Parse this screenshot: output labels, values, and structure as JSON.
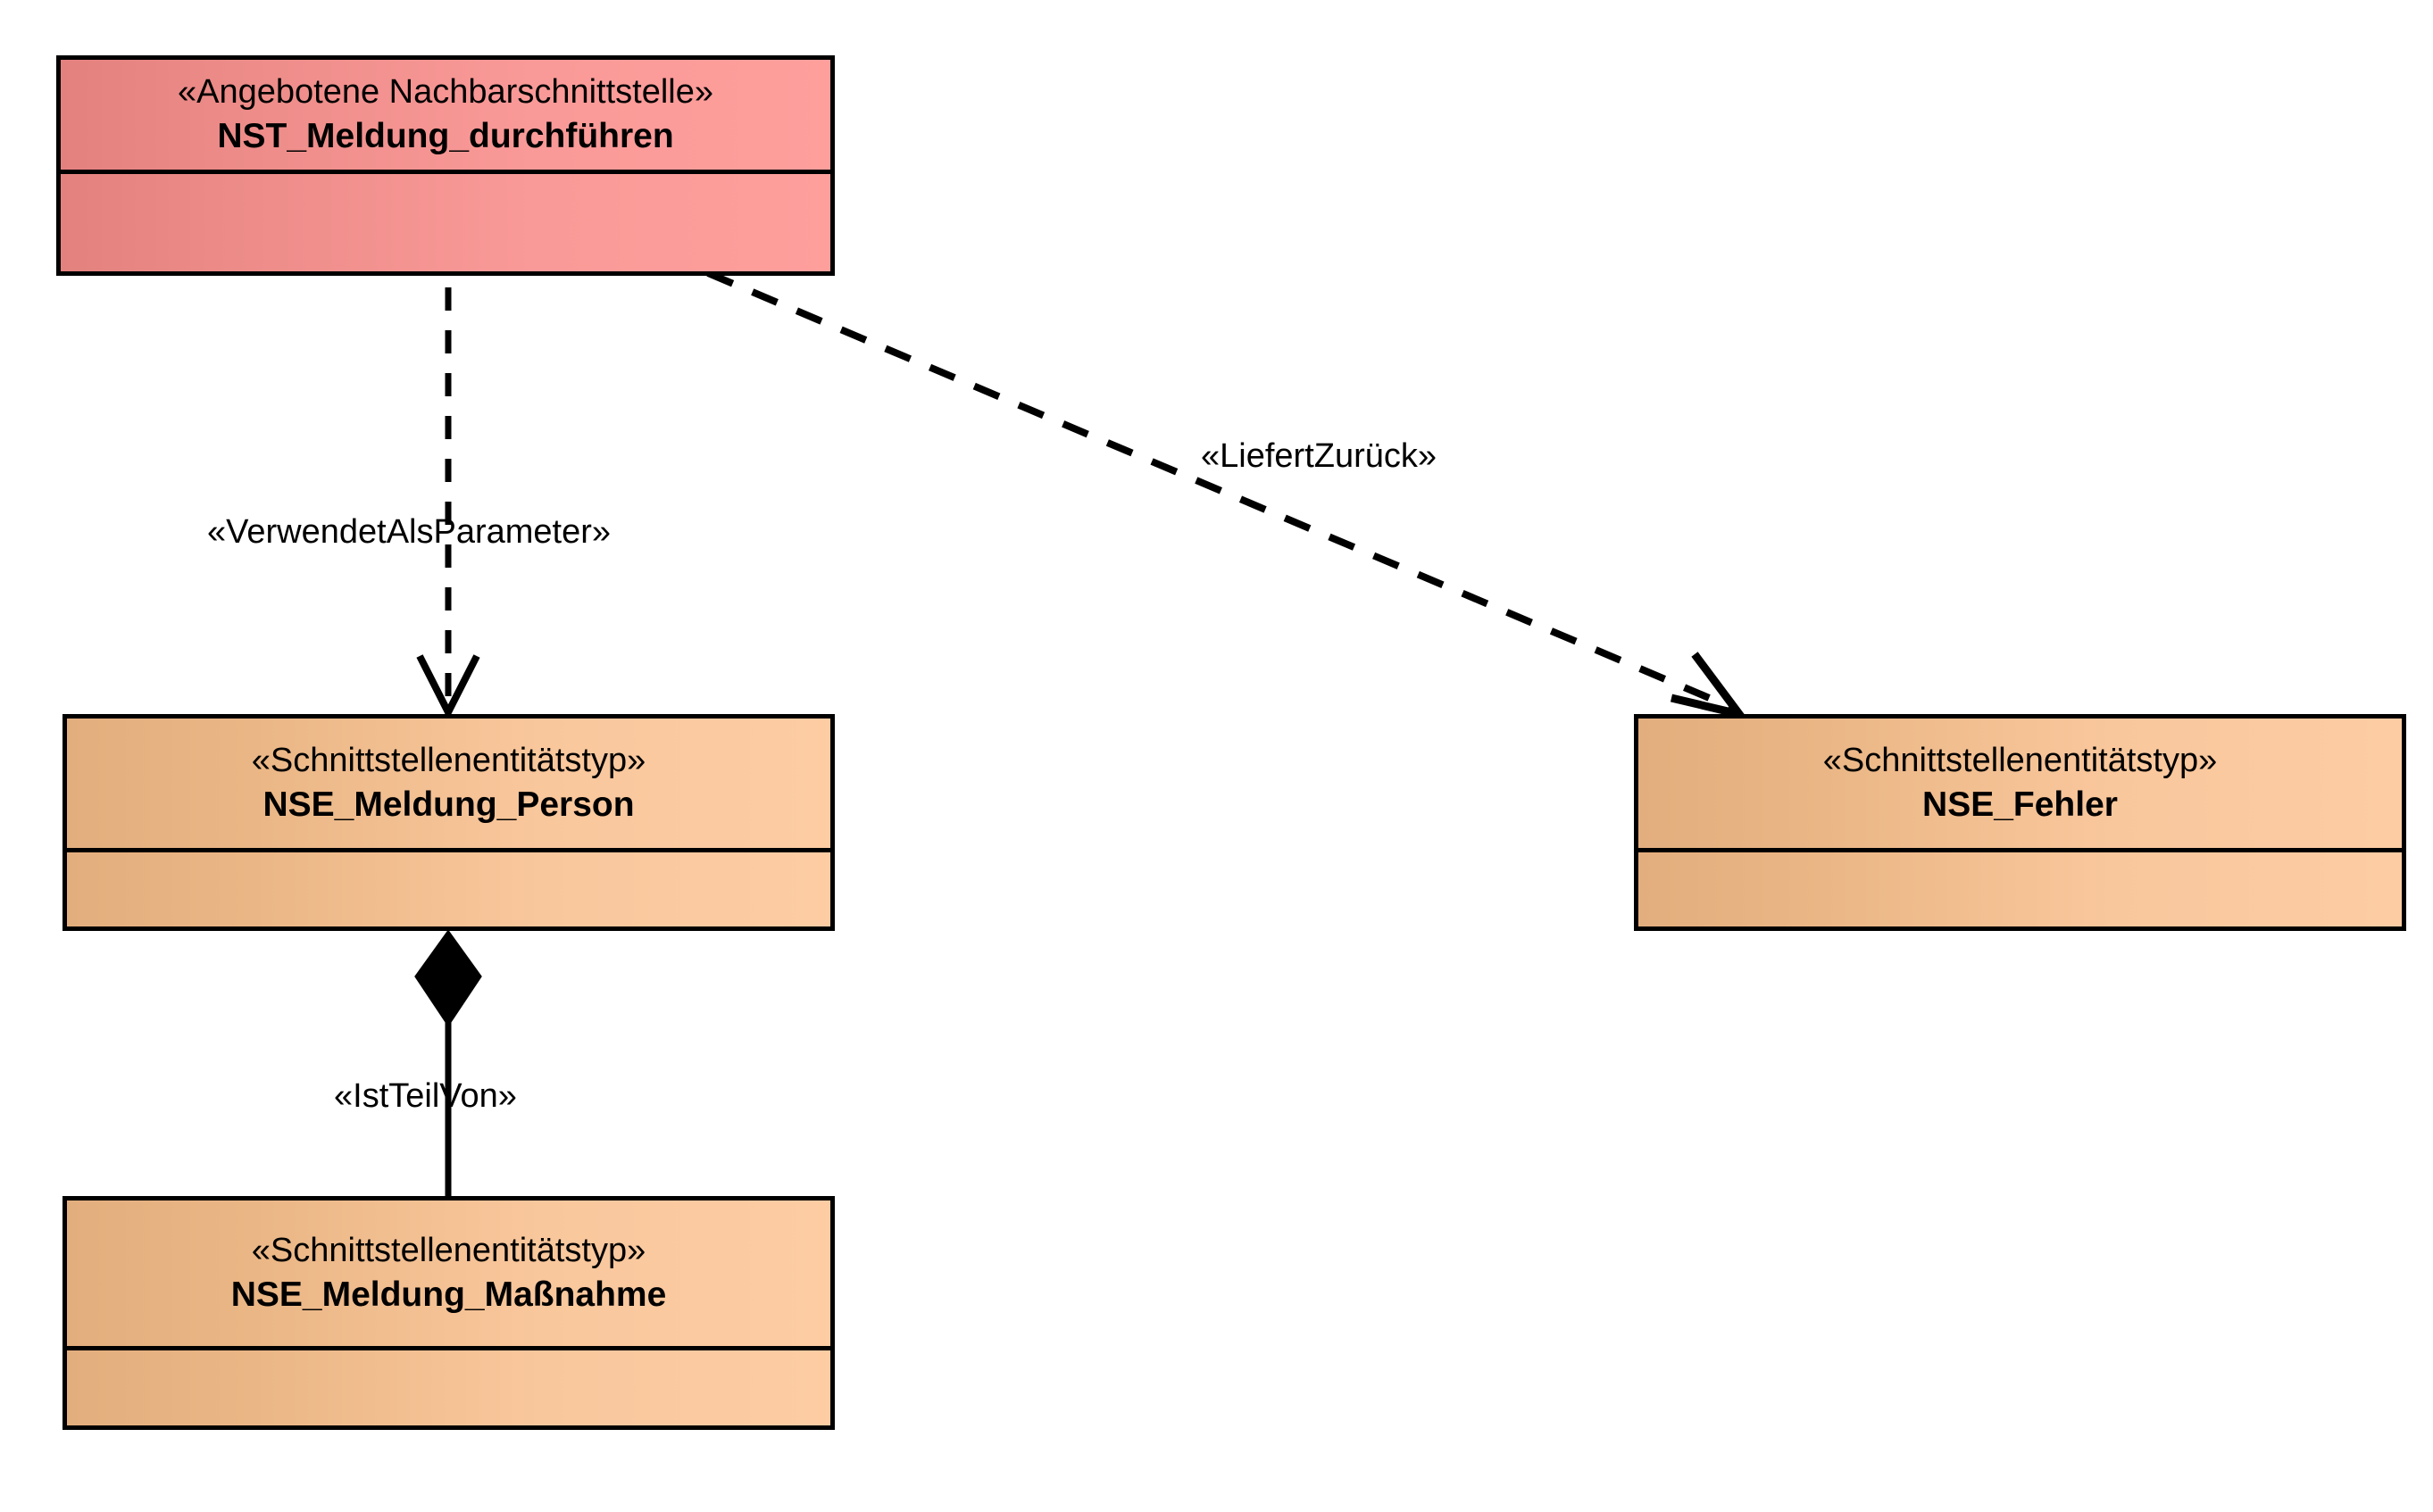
{
  "diagram": {
    "kind": "uml-class-diagram",
    "title": "NST_Meldung_durchführen interface structure",
    "background_color": "#ffffff",
    "colors": {
      "interface_fill_dark": "#e3817f",
      "interface_fill_light": "#ff9f9c",
      "entity_fill_dark": "#e3ae7d",
      "entity_fill_light": "#fdcca3",
      "border": "#000000",
      "shadow": "#bfbfbf"
    }
  },
  "nodes": [
    {
      "id": "nst-meldung-durchfuehren",
      "stereotype": "«Angebotene Nachbarschnittstelle»",
      "name": "NST_Meldung_durchführen",
      "fill": "pink"
    },
    {
      "id": "nse-meldung-person",
      "stereotype": "«Schnittstellenentitätstyp»",
      "name": "NSE_Meldung_Person",
      "fill": "orange"
    },
    {
      "id": "nse-fehler",
      "stereotype": "«Schnittstellenentitätstyp»",
      "name": "NSE_Fehler",
      "fill": "orange"
    },
    {
      "id": "nse-meldung-massnahme",
      "stereotype": "«Schnittstellenentitätstyp»",
      "name": "NSE_Meldung_Maßnahme",
      "fill": "orange"
    }
  ],
  "edges": [
    {
      "id": "verwendet-als-parameter",
      "label": "«VerwendetAlsParameter»",
      "from": "nst-meldung-durchfuehren",
      "to": "nse-meldung-person",
      "style": "dashed",
      "arrowhead": "open-arrow"
    },
    {
      "id": "liefert-zurueck",
      "label": "«LiefertZurück»",
      "from": "nst-meldung-durchfuehren",
      "to": "nse-fehler",
      "style": "dashed",
      "arrowhead": "open-arrow"
    },
    {
      "id": "ist-teil-von",
      "label": "«IstTeilVon»",
      "from": "nse-meldung-massnahme",
      "to": "nse-meldung-person",
      "style": "solid",
      "arrowhead": "filled-diamond"
    }
  ]
}
